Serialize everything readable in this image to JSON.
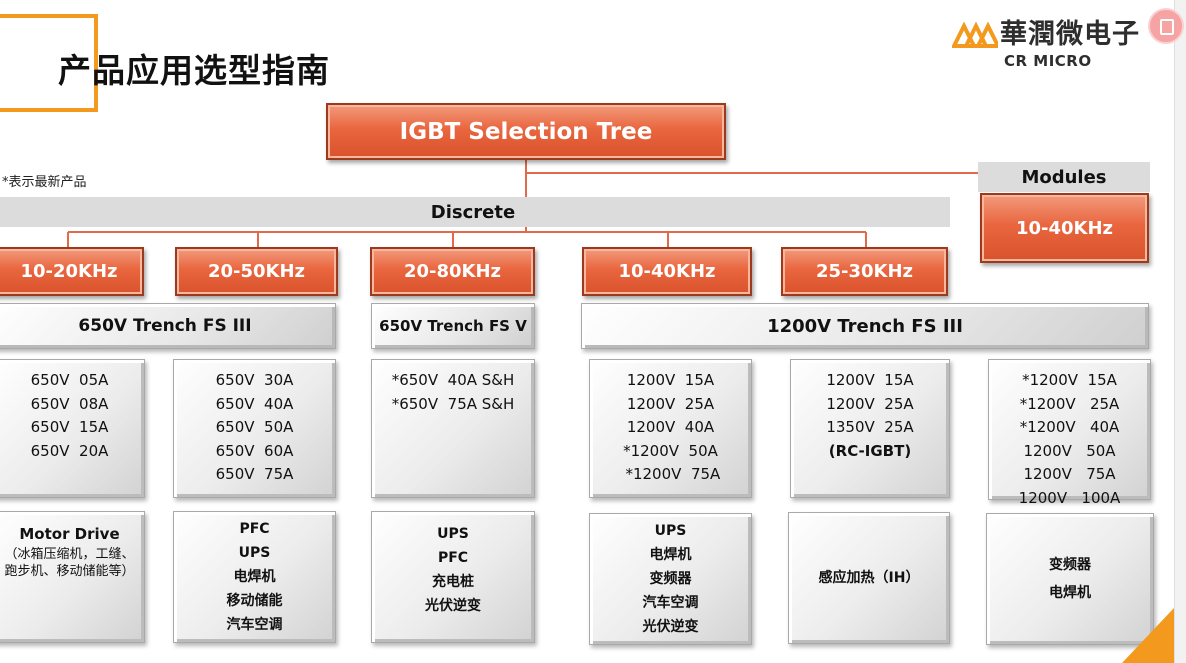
{
  "header": {
    "title": "产品应用选型指南",
    "logo_cn": "華潤微电子",
    "logo_en": "CR MICRO"
  },
  "note": "*表示最新产品",
  "root_label": "IGBT Selection Tree",
  "discrete_label": "Discrete",
  "modules": {
    "label": "Modules",
    "freq": "10-40KHz"
  },
  "freq_boxes": [
    "10-20KHz",
    "20-50KHz",
    "20-80KHz",
    "10-40KHz",
    "25-30KHz"
  ],
  "families": [
    "650V  Trench FS III",
    "650V  Trench FS V",
    "1200V Trench FS III"
  ],
  "parts": [
    [
      "650V  05A",
      "650V  08A",
      "650V  15A",
      "650V  20A"
    ],
    [
      "650V  30A",
      "650V  40A",
      "650V  50A",
      "650V  60A",
      "650V  75A"
    ],
    [
      "*650V  40A S&H",
      "*650V  75A S&H"
    ],
    [
      "1200V  15A",
      "1200V  25A",
      "1200V  40A",
      "*1200V  50A",
      " *1200V  75A"
    ],
    [
      "1200V  15A",
      "1200V  25A",
      "1350V  25A",
      "(RC-IGBT)"
    ],
    [
      "*1200V  15A",
      "*1200V   25A",
      "*1200V   40A",
      "1200V   50A",
      "1200V   75A",
      "1200V   100A"
    ]
  ],
  "applications": [
    {
      "title": "Motor Drive",
      "sub": "（冰箱压缩机，工缝、跑步机、移动储能等）"
    },
    {
      "items": [
        "PFC",
        "UPS",
        "电焊机",
        "移动储能",
        "汽车空调"
      ]
    },
    {
      "items": [
        "UPS",
        "PFC",
        "充电桩",
        "光伏逆变"
      ]
    },
    {
      "items": [
        "UPS",
        "电焊机",
        "变频器",
        "汽车空调",
        "光伏逆变"
      ]
    },
    {
      "items": [
        "感应加热（IH）"
      ]
    },
    {
      "items": [
        "变频器",
        "电焊机"
      ]
    }
  ],
  "colors": {
    "accent_orange": "#f39a1e",
    "box_orange": "#e9663f",
    "connector": "#e06a4a",
    "bar_gray": "#dcdcdc"
  }
}
